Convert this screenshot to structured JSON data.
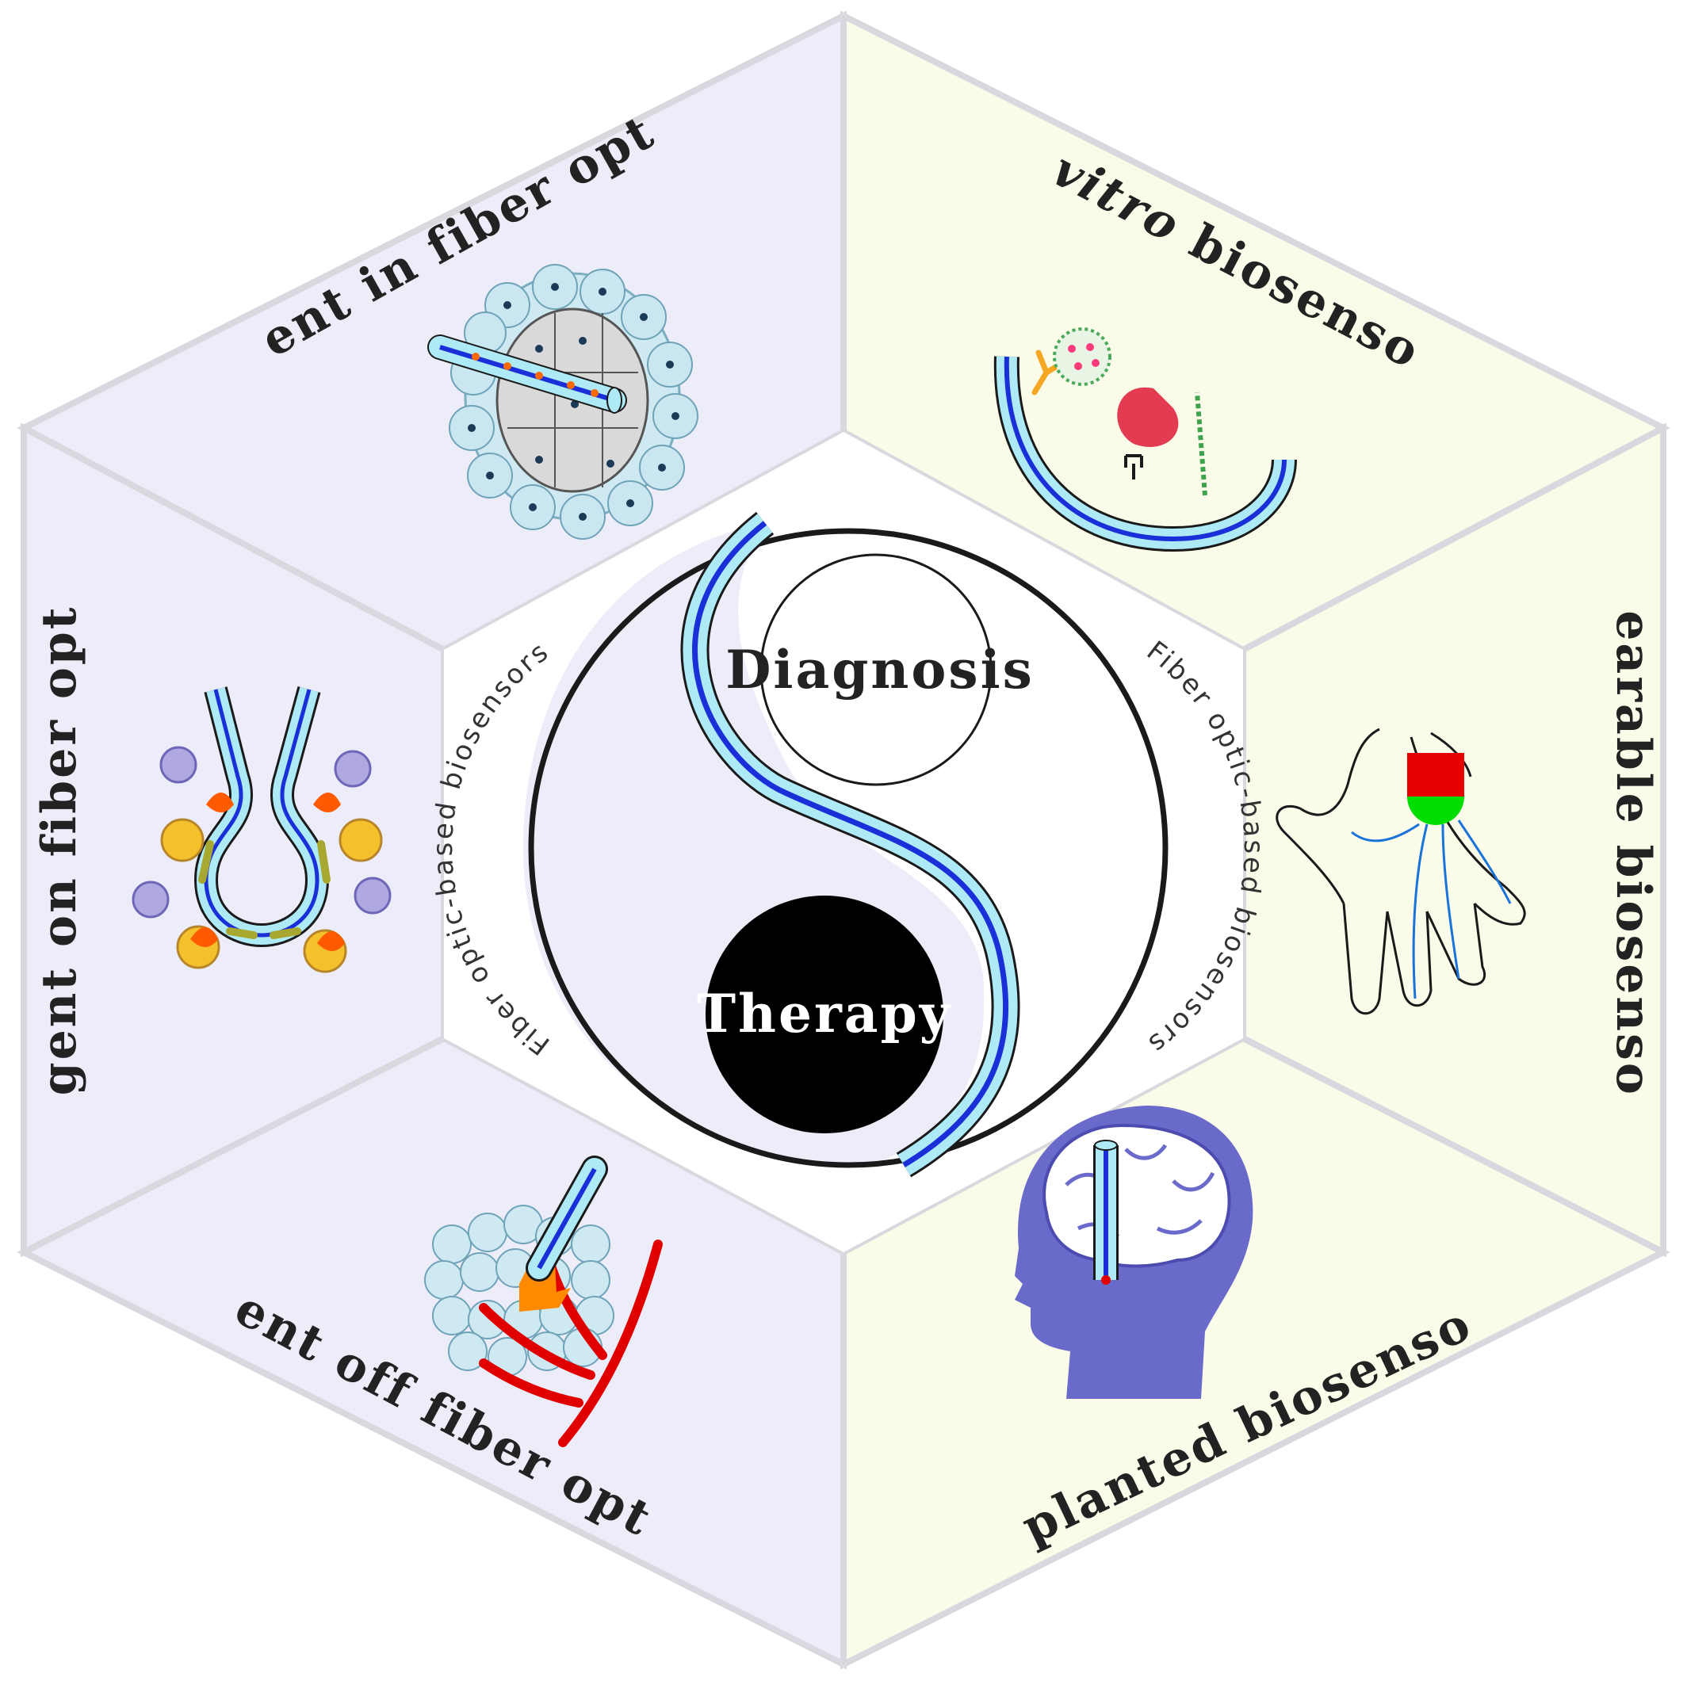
{
  "center": {
    "diagnosis_label": "Diagnosis",
    "therapy_label": "Therapy",
    "ring_text_left": "Fiber optic-based biosensors",
    "ring_text_right": "Fiber optic-based biosensors"
  },
  "segments": {
    "agent_in": "Agent in fiber optic",
    "agent_on": "Agent on fiber optic",
    "agent_off": "Agent off fiber optic",
    "in_vitro_italic": "In vitro",
    "in_vitro_rest": " biosensors",
    "wearable": "Wearable biosensors",
    "implanted": "Implanted biosensors"
  },
  "colors": {
    "therapy_panel": "#ededfa",
    "diagnosis_panel": "#fbfbe9",
    "fiber_cladding": "#aeeaf6",
    "fiber_core": "#1a2fd8",
    "head": "#6a6acb",
    "tumor_vessel": "#e00000"
  }
}
